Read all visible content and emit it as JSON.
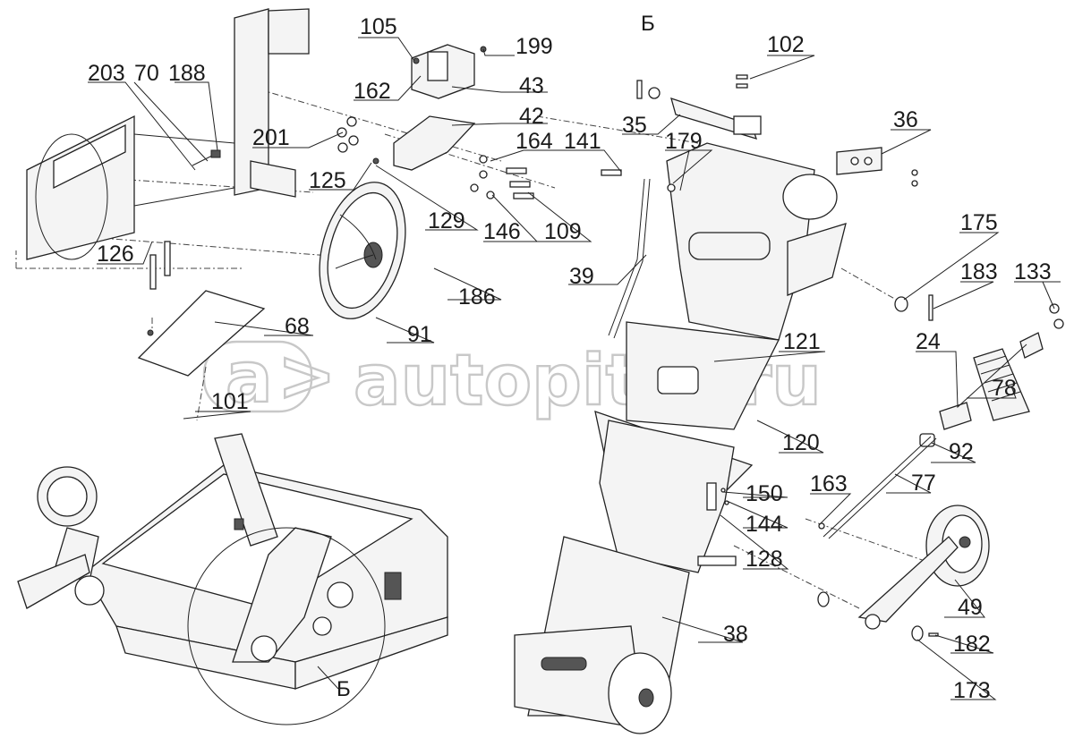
{
  "watermark": {
    "text": "autopiter.ru",
    "logo": "a>"
  },
  "section_label_top": "Б",
  "section_label_bottom": "Б",
  "callouts": [
    {
      "id": "c105",
      "text": "105"
    },
    {
      "id": "c199",
      "text": "199"
    },
    {
      "id": "c162",
      "text": "162"
    },
    {
      "id": "c43",
      "text": "43"
    },
    {
      "id": "c42",
      "text": "42"
    },
    {
      "id": "c203",
      "text": "203"
    },
    {
      "id": "c70",
      "text": "70"
    },
    {
      "id": "c188",
      "text": "188"
    },
    {
      "id": "c201",
      "text": "201"
    },
    {
      "id": "c164",
      "text": "164"
    },
    {
      "id": "c141",
      "text": "141"
    },
    {
      "id": "c125",
      "text": "125"
    },
    {
      "id": "c129",
      "text": "129"
    },
    {
      "id": "c146",
      "text": "146"
    },
    {
      "id": "c109",
      "text": "109"
    },
    {
      "id": "c126",
      "text": "126"
    },
    {
      "id": "c186",
      "text": "186"
    },
    {
      "id": "c68",
      "text": "68"
    },
    {
      "id": "c91",
      "text": "91"
    },
    {
      "id": "c101",
      "text": "101"
    },
    {
      "id": "c102",
      "text": "102"
    },
    {
      "id": "c35",
      "text": "35"
    },
    {
      "id": "c179",
      "text": "179"
    },
    {
      "id": "c36",
      "text": "36"
    },
    {
      "id": "c39",
      "text": "39"
    },
    {
      "id": "c175",
      "text": "175"
    },
    {
      "id": "c183",
      "text": "183"
    },
    {
      "id": "c133",
      "text": "133"
    },
    {
      "id": "c121",
      "text": "121"
    },
    {
      "id": "c24",
      "text": "24"
    },
    {
      "id": "c78",
      "text": "78"
    },
    {
      "id": "c120",
      "text": "120"
    },
    {
      "id": "c92",
      "text": "92"
    },
    {
      "id": "c150",
      "text": "150"
    },
    {
      "id": "c163",
      "text": "163"
    },
    {
      "id": "c77",
      "text": "77"
    },
    {
      "id": "c144",
      "text": "144"
    },
    {
      "id": "c128",
      "text": "128"
    },
    {
      "id": "c49",
      "text": "49"
    },
    {
      "id": "c38",
      "text": "38"
    },
    {
      "id": "c182",
      "text": "182"
    },
    {
      "id": "c173",
      "text": "173"
    }
  ]
}
